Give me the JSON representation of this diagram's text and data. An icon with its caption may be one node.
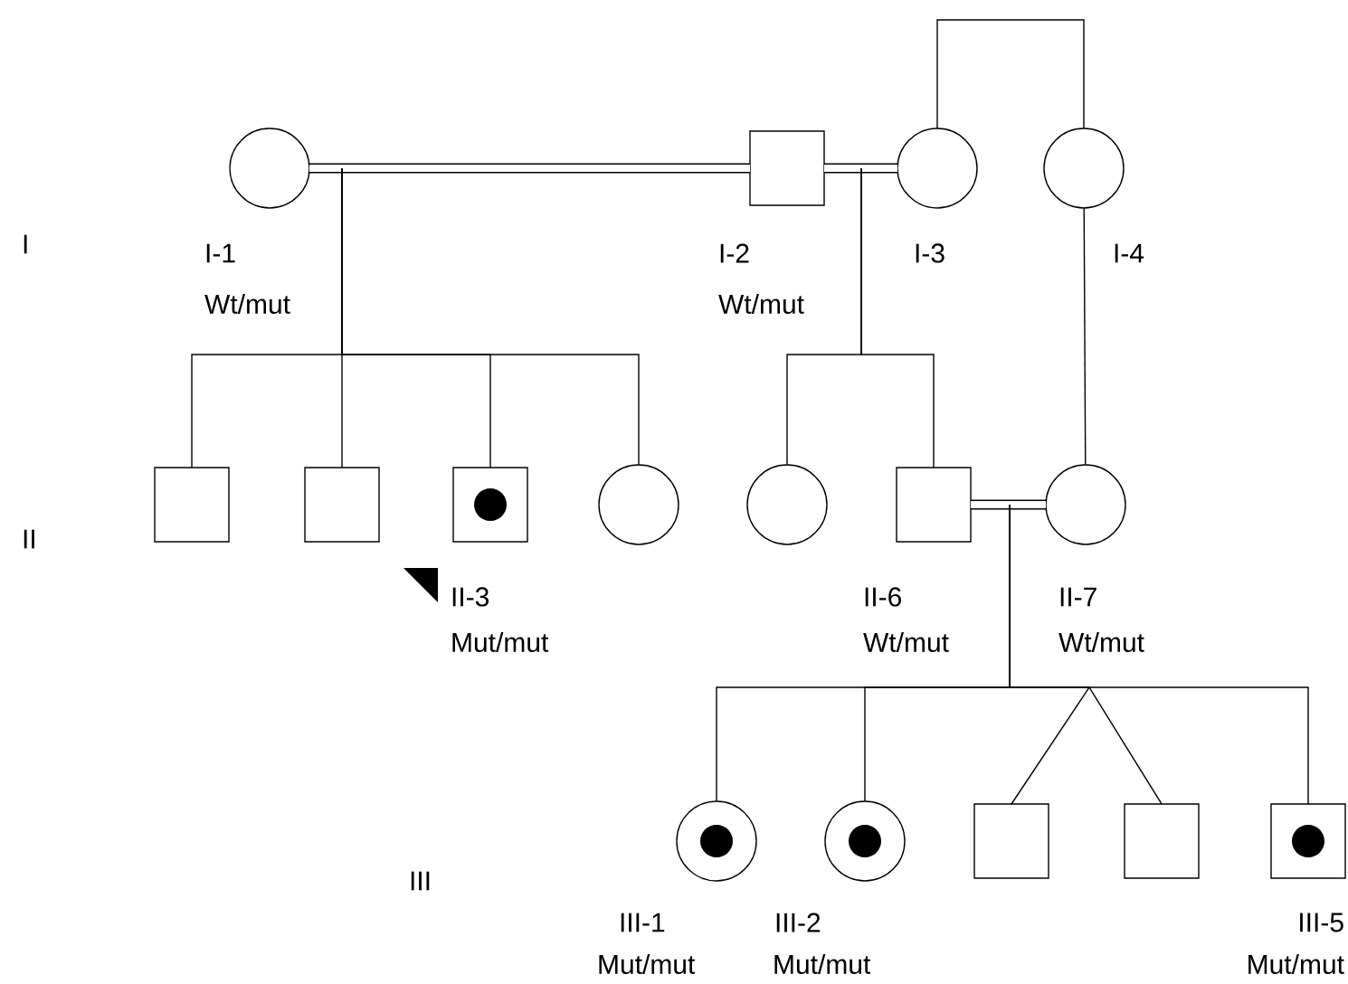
{
  "diagram": {
    "nodes": [
      {
        "text": [],
        "shape": "circle",
        "beside": [
          "I-1",
          "Wt/mut"
        ]
      },
      {
        "text": [],
        "shape": "box",
        "beside": [
          "I-2",
          "Wt/mut"
        ]
      },
      {
        "text": [],
        "shape": "circle",
        "beside": [
          "I-3"
        ]
      },
      {
        "text": [],
        "shape": "circle",
        "beside": [
          "I-4"
        ]
      },
      {
        "text": [],
        "shape": "box"
      },
      {
        "text": [],
        "shape": "box"
      },
      {
        "text": [],
        "shape": "box",
        "beside": [
          "II-3",
          "Mut/mut"
        ]
      },
      {
        "text": [],
        "shape": "circle"
      },
      {
        "text": [],
        "shape": "circle"
      },
      {
        "text": [],
        "shape": "box",
        "beside": [
          "II-6",
          "Wt/mut"
        ]
      },
      {
        "text": [],
        "shape": "circle",
        "beside": [
          "II-7",
          "Wt/mut"
        ]
      },
      {
        "text": [],
        "shape": "circle",
        "beside": [
          "III-1",
          "Mut/mut"
        ]
      },
      {
        "text": [],
        "shape": "circle",
        "beside": [
          "III-2",
          "Mut/mut"
        ]
      },
      {
        "text": [],
        "shape": "box"
      },
      {
        "text": [],
        "shape": "box"
      },
      {
        "text": [],
        "shape": "box",
        "beside": [
          "III-5",
          "Mut/mut"
        ]
      },
      {
        "text": [],
        "shape": "circle",
        "in": 6
      },
      {
        "text": [],
        "shape": "circle",
        "in": 11
      },
      {
        "text": [],
        "shape": "circle",
        "in": 12
      },
      {
        "text": [],
        "shape": "circle",
        "in": 15
      }
    ],
    "edges": [
      {
        "from": 0,
        "to": 1,
        "arrow": "none",
        "style": "thick"
      },
      {
        "from": 1,
        "to": 2,
        "arrow": "none",
        "style": "thick"
      },
      {
        "from": 2,
        "to": 3,
        "arrow": "none"
      },
      {
        "from": 0,
        "to": 4,
        "arrow": "none"
      },
      {
        "from": 0,
        "to": 5,
        "arrow": "none"
      },
      {
        "from": 0,
        "to": 6,
        "arrow": "none"
      },
      {
        "from": 0,
        "to": 7,
        "arrow": "none"
      },
      {
        "from": 2,
        "to": 8,
        "arrow": "none"
      },
      {
        "from": 2,
        "to": 9,
        "arrow": "none"
      },
      {
        "from": 3,
        "to": 10,
        "arrow": "none"
      },
      {
        "from": 9,
        "to": 10,
        "arrow": "none",
        "style": "thick"
      },
      {
        "from": 10,
        "to": 11,
        "arrow": "none"
      },
      {
        "from": 10,
        "to": 12,
        "arrow": "none"
      },
      {
        "from": 10,
        "to": 13,
        "arrow": "none"
      },
      {
        "from": 10,
        "to": 14,
        "arrow": "none"
      },
      {
        "from": 10,
        "to": 15,
        "arrow": "none"
      }
    ],
    "labels": [
      "I",
      "II",
      "III"
    ]
  }
}
